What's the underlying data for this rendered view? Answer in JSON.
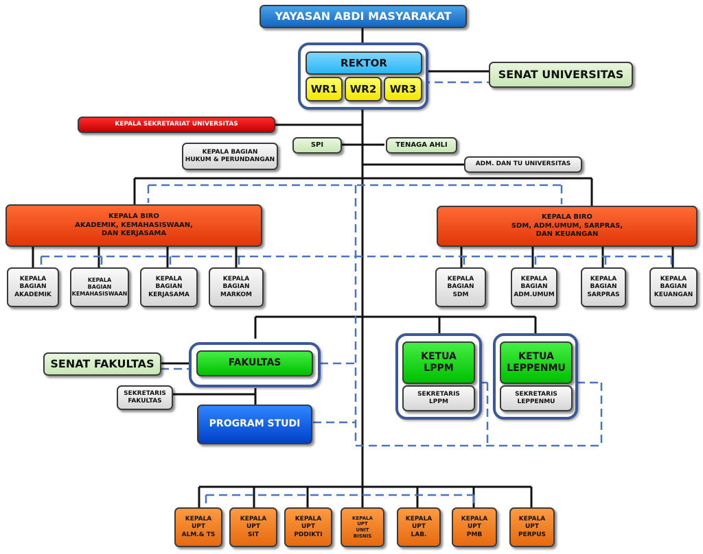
{
  "yayasan": "YAYASAN ABDI MASYARAKAT",
  "rektor": "REKTOR",
  "wr": [
    "WR1",
    "WR2",
    "WR3"
  ],
  "senat_universitas": "SENAT UNIVERSITAS",
  "kepala_sekretariat": "KEPALA SEKRETARIAT UNIVERSITAS",
  "spi": "SPI",
  "tenaga_ahli": "TENAGA AHLI",
  "hukum": "KEPALA BAGIAN\nHUKUM & PERUNDANGAN",
  "adm_tu": "ADM. DAN TU UNIVERSITAS",
  "biro_akademik": "KEPALA BIRO\nAKADEMIK, KEMAHASISWAAN,\nDAN KERJASAMA",
  "biro_sdm": "KEPALA BIRO\nSDM, ADM.UMUM, SARPRAS,\nDAN KEUANGAN",
  "bagian_akademik": [
    "KEPALA\nBAGIAN\nAKADEMIK",
    "KEPALA\nBAGIAN\nKEMAHASISWAAN",
    "KEPALA\nBAGIAN\nKERJASAMA",
    "KEPALA\nBAGIAN\nMARKOM"
  ],
  "bagian_sdm": [
    "KEPALA\nBAGIAN\nSDM",
    "KEPALA\nBAGIAN\nADM.UMUM",
    "KEPALA\nBAGIAN\nSARPRAS",
    "KEPALA\nBAGIAN\nKEUANGAN"
  ],
  "senat_fakultas": "SENAT FAKULTAS",
  "fakultas": "FAKULTAS",
  "sekretaris_fakultas": "SEKRETARIS\nFAKULTAS",
  "program_studi": "PROGRAM STUDI",
  "ketua_lppm": "KETUA\nLPPM",
  "sekretaris_lppm": "SEKRETARIS\nLPPM",
  "ketua_leppenmu": "KETUA\nLEPPENMU",
  "sekretaris_leppenmu": "SEKRETARIS\nLEPPENMU",
  "upt": [
    "KEPALA\nUPT\nALM.& TS",
    "KEPALA\nUPT\nSIT",
    "KEPALA\nUPT\nPDDIKTI",
    "KEPALA\nUPT\nUNIT\nBISNIS",
    "KEPALA\nUPT\nLAB.",
    "KEPALA\nUPT\nPMB",
    "KEPALA\nUPT\nPERPUS"
  ],
  "colors": {
    "solid_line": "#111111",
    "dashed_line": "#4a72c4",
    "frame": "#3b5998"
  }
}
